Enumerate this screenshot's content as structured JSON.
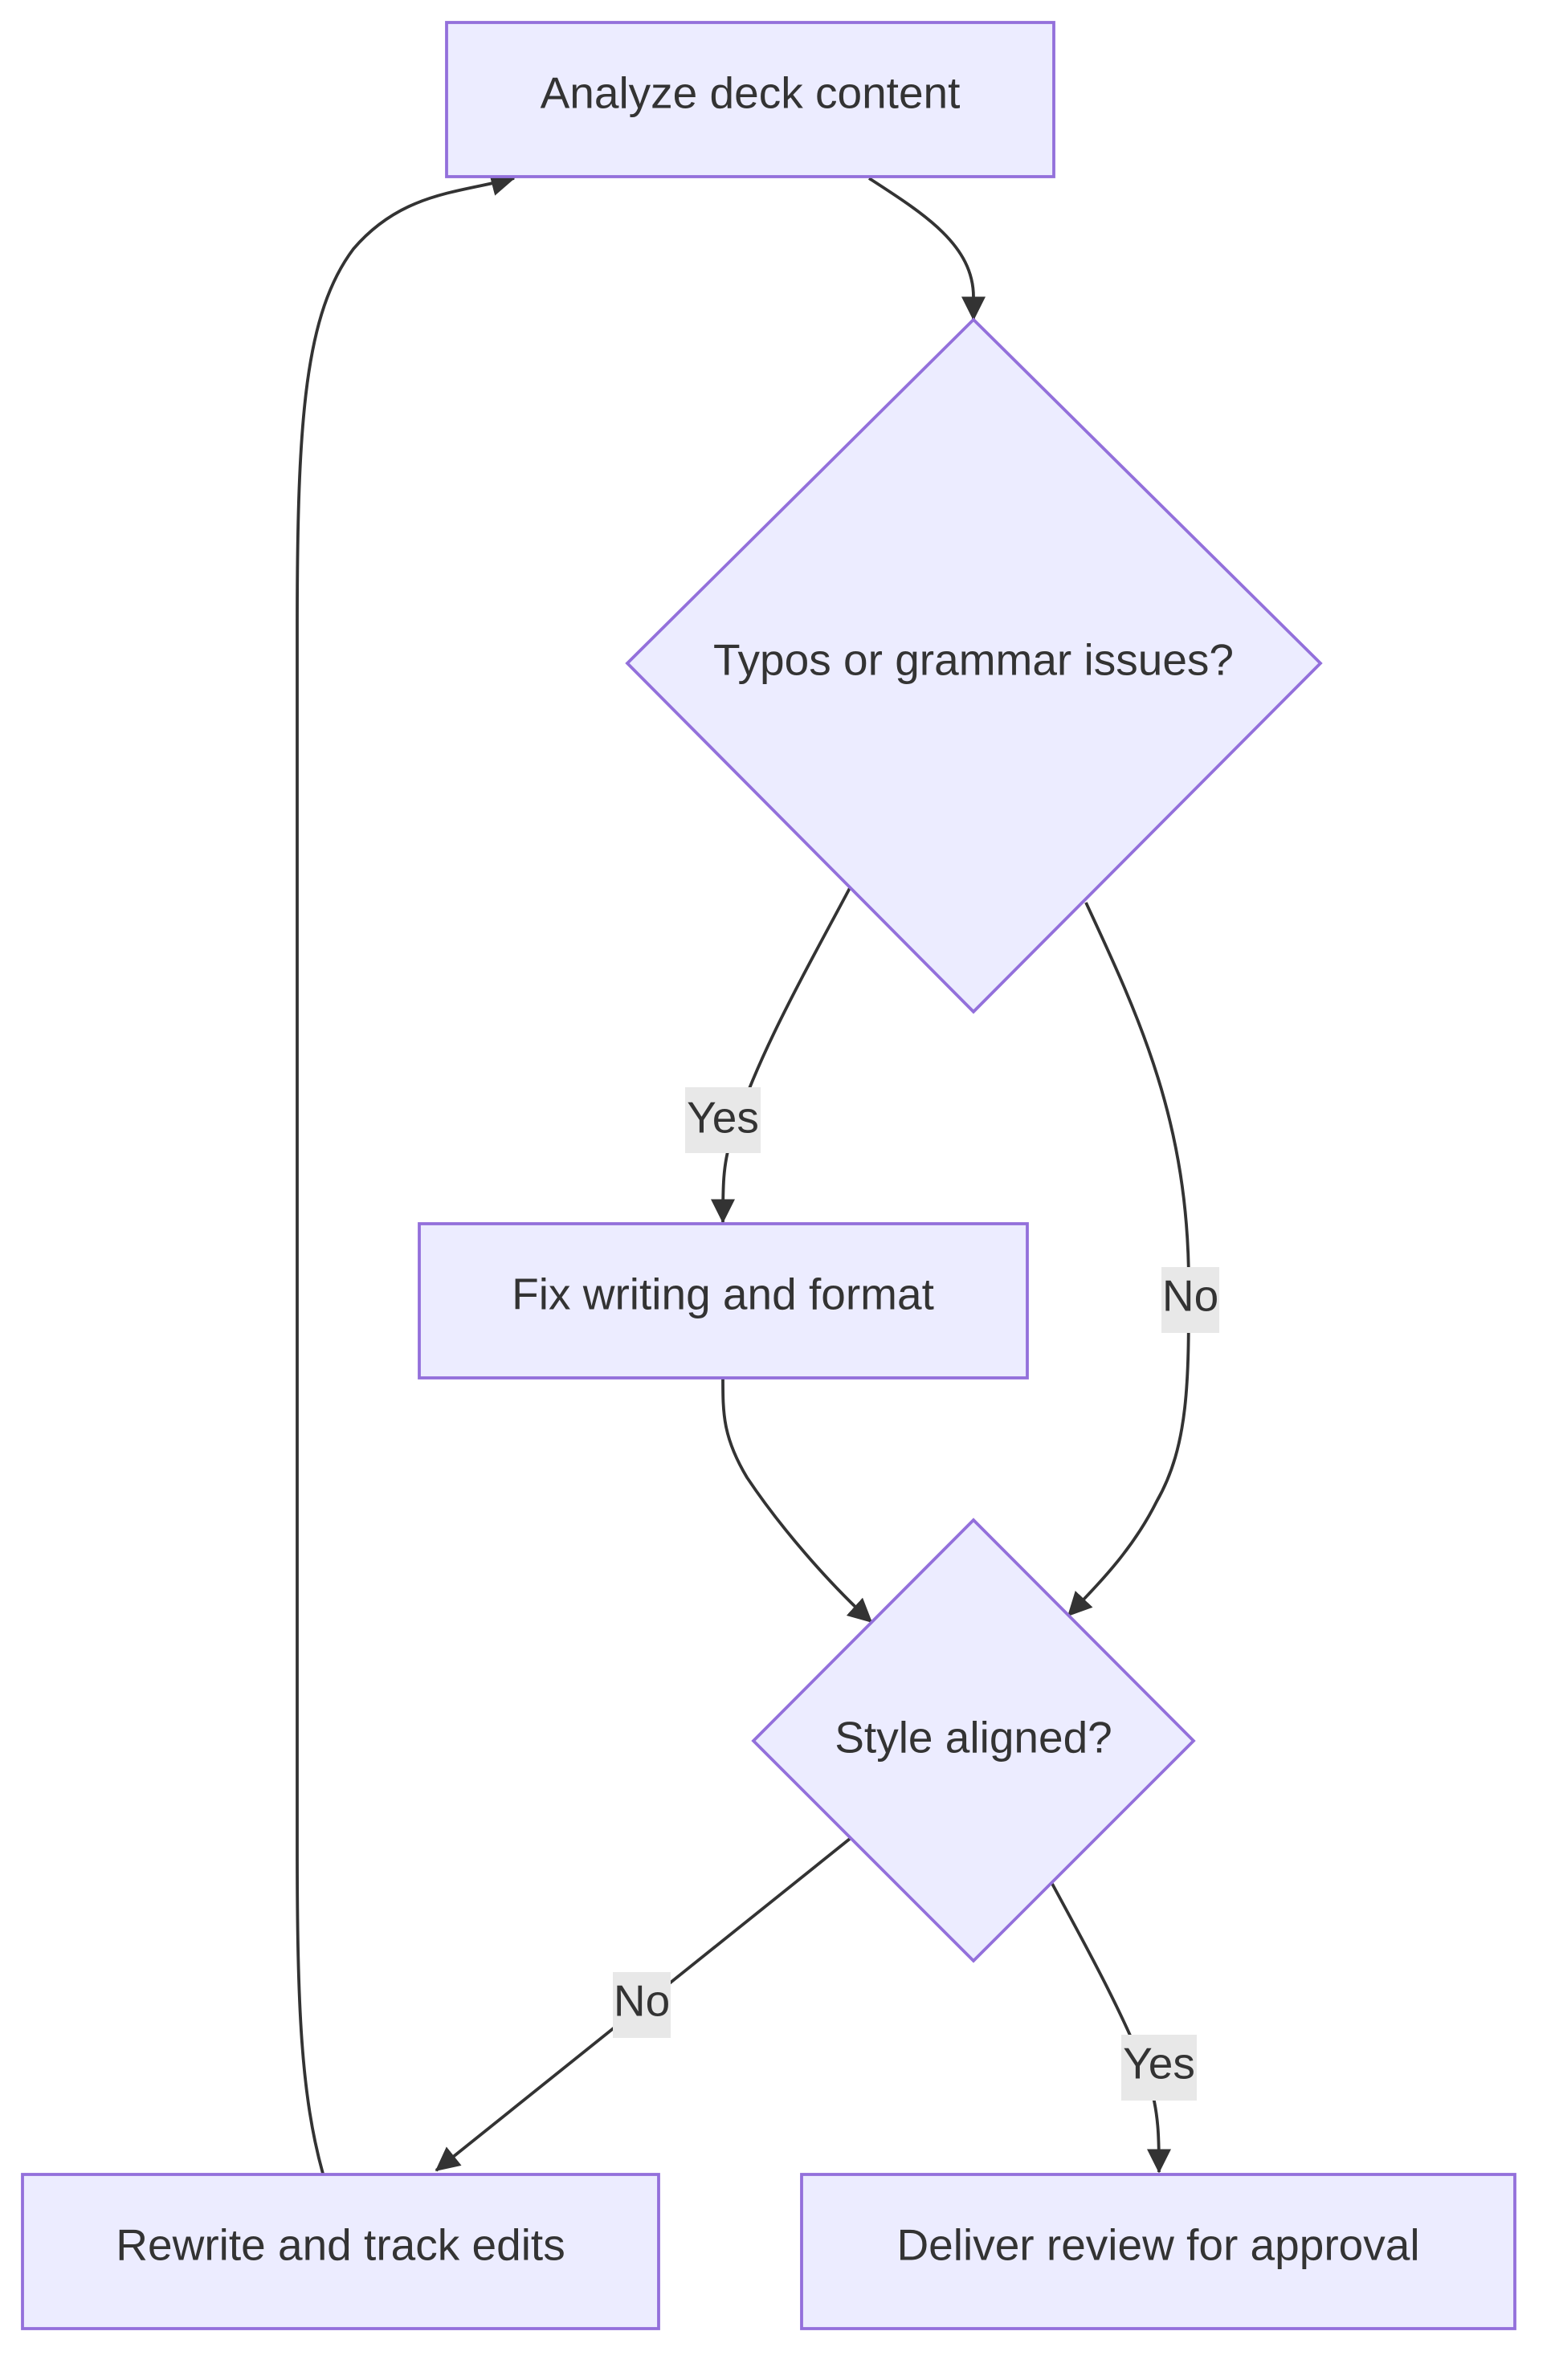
{
  "colors": {
    "node_fill": "#ECECFF",
    "node_stroke": "#9370DB",
    "edge_stroke": "#333333",
    "text": "#333333",
    "edge_label_bg": "#e8e8e8"
  },
  "nodes": {
    "analyze": {
      "label": "Analyze deck content",
      "shape": "rect"
    },
    "typos_decision": {
      "label": "Typos or grammar issues?",
      "shape": "diamond"
    },
    "fix": {
      "label": "Fix writing and format",
      "shape": "rect"
    },
    "style_decision": {
      "label": "Style aligned?",
      "shape": "diamond"
    },
    "rewrite": {
      "label": "Rewrite and track edits",
      "shape": "rect"
    },
    "deliver": {
      "label": "Deliver review for approval",
      "shape": "rect"
    }
  },
  "edges": [
    {
      "from": "analyze",
      "to": "typos_decision",
      "label": ""
    },
    {
      "from": "typos_decision",
      "to": "fix",
      "label": "Yes"
    },
    {
      "from": "typos_decision",
      "to": "style_decision",
      "label": "No"
    },
    {
      "from": "fix",
      "to": "style_decision",
      "label": ""
    },
    {
      "from": "style_decision",
      "to": "rewrite",
      "label": "No"
    },
    {
      "from": "style_decision",
      "to": "deliver",
      "label": "Yes"
    },
    {
      "from": "rewrite",
      "to": "analyze",
      "label": ""
    }
  ]
}
